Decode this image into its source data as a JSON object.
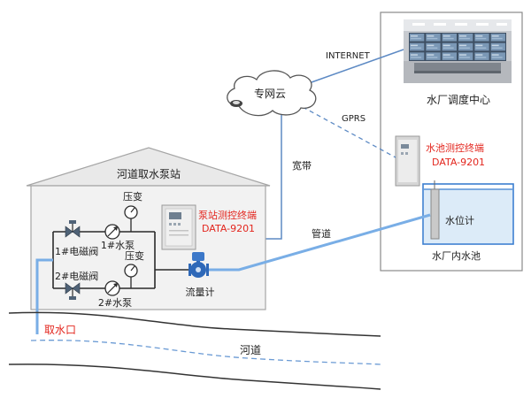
{
  "diagram": {
    "network": {
      "internet_label": "INTERNET",
      "cloud_label": "专网云",
      "gprs_label": "GPRS",
      "broadband_label": "宽带"
    },
    "plant": {
      "control_center_label": "水厂调度中心",
      "pool_terminal_name": "水池测控终端",
      "pool_terminal_model": "DATA-9201",
      "level_gauge_label": "水位计",
      "pool_label": "水厂内水池"
    },
    "pump_station": {
      "title": "河道取水泵站",
      "terminal_name": "泵站测控终端",
      "terminal_model": "DATA-9201",
      "pressure_1_label": "压变",
      "pressure_2_label": "压变",
      "valve_1_label": "1#电磁阀",
      "valve_2_label": "2#电磁阀",
      "pump_1_label": "1#水泵",
      "pump_2_label": "2#水泵",
      "flowmeter_label": "流量计"
    },
    "pipeline_label": "管道",
    "intake_label": "取水口",
    "river_label": "河道"
  },
  "colors": {
    "terminal_text": "#e3261e",
    "pipe": "#79aee6",
    "network_link": "#5d8ac4",
    "tank_outline": "#3b7fd0",
    "water": "#dcebf8"
  }
}
